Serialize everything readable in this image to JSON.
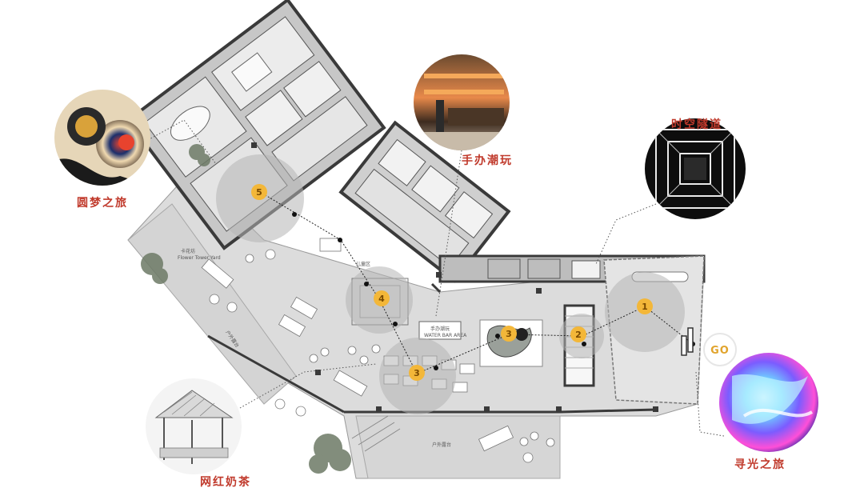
{
  "labels": {
    "dream": "圆梦之旅",
    "figures": "手办潮玩",
    "tunnel": "时空隧道",
    "milk_tea": "网红奶茶",
    "light": "寻光之旅"
  },
  "go": "GO",
  "markers": [
    "1",
    "2",
    "3",
    "3",
    "4",
    "5"
  ],
  "small_text": {
    "garden": "卡花坊",
    "garden_en": "Flower Tower Yard",
    "outdoor_left": "户外露台",
    "outdoor_bottom": "户外露台",
    "desk": "手办潮玩",
    "desk_en": "WATER BAR AREA",
    "kids": "儿童区"
  },
  "colors": {
    "marker": "#f3b739",
    "zone": "#b5b5b5",
    "floor": "#dcdcdc",
    "wall": "#3a3a3a",
    "accent_red": "#c0392b"
  }
}
